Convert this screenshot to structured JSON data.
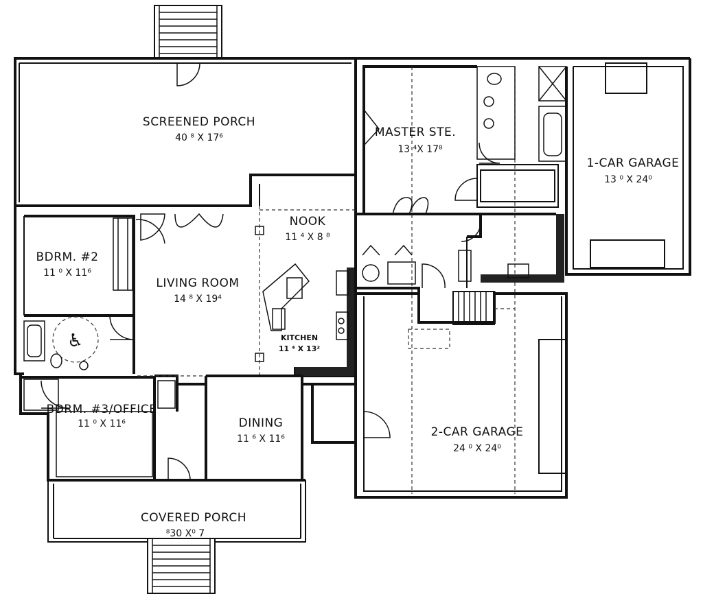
{
  "rooms": {
    "screened_porch": {
      "name": "SCREENED PORCH",
      "dim": "40 ⁸ X  17⁶"
    },
    "master_suite": {
      "name": "MASTER STE.",
      "dim": "13 ⁴X  17⁸"
    },
    "one_car_garage": {
      "name": "1-CAR GARAGE",
      "dim": "13 ⁰ X  24⁰"
    },
    "bedroom2": {
      "name": "BDRM. #2",
      "dim": "11 ⁰ X  11⁶"
    },
    "nook": {
      "name": "NOOK",
      "dim": "11 ⁴ X  8 ⁸"
    },
    "living_room": {
      "name": "LIVING ROOM",
      "dim": "14 ⁸ X  19⁴"
    },
    "kitchen": {
      "name": "KITCHEN",
      "dim": "11 ⁴ X  13²"
    },
    "bedroom3": {
      "name": "BDRM. #3/OFFICE",
      "dim": "11 ⁰ X  11⁶"
    },
    "dining": {
      "name": "DINING",
      "dim": "11 ⁶ X  11⁶"
    },
    "two_car_garage": {
      "name": "2-CAR GARAGE",
      "dim": "24 ⁰ X  24⁰"
    },
    "covered_porch": {
      "name": "COVERED PORCH",
      "dim": "⁸30  X⁰ 7"
    }
  }
}
